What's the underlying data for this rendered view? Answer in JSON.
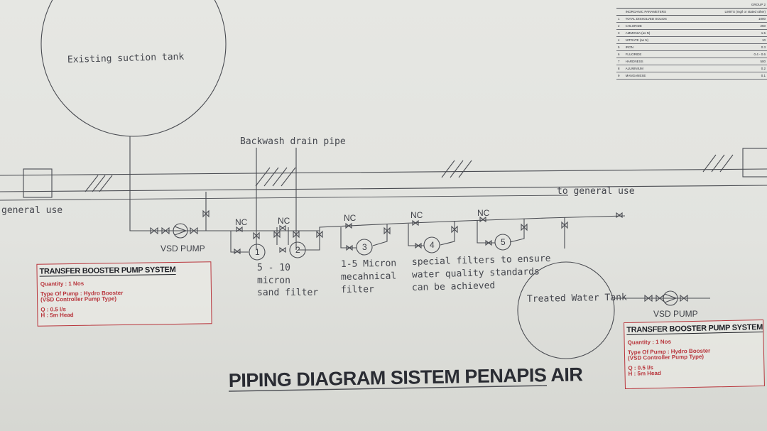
{
  "tank_suction": "Existing suction tank",
  "backwash_label": "Backwash drain pipe",
  "general_use_left": "general use",
  "general_use_right": "to general use",
  "nc_label": "NC",
  "pump_left_label": "VSD PUMP",
  "pump_right_label": "VSD PUMP",
  "filters": [
    {
      "num": "1"
    },
    {
      "num": "2"
    },
    {
      "num": "3"
    },
    {
      "num": "4"
    },
    {
      "num": "5"
    }
  ],
  "filter_notes": {
    "sand": [
      "5 - 10",
      "micron",
      "sand filter"
    ],
    "mech": [
      "1-5 Micron",
      "mecahnical",
      "filter"
    ],
    "special": [
      "special filters to ensure",
      "water quality standards",
      "can be achieved"
    ]
  },
  "treated_tank": "Treated Water Tank",
  "title": "PIPING DIAGRAM SISTEM PENAPIS AIR",
  "pump_box": {
    "header": "TRANSFER BOOSTER PUMP SYSTEM",
    "quantity": "Quantity : 1 Nos",
    "type1": "Type Of Pump : Hydro Booster",
    "type2": "(VSD Controller Pump Type)",
    "q": "Q : 0.5 l/s",
    "h": "H : 5m Head"
  },
  "param_table": {
    "group_header": "GROUP 2",
    "col_param": "INORGANIC PARAMETERS",
    "col_limit": "LIMITS (mg/l or stated other)",
    "rows": [
      {
        "no": "1",
        "param": "TOTAL DISSOLVED SOLIDS",
        "val": "1000"
      },
      {
        "no": "2",
        "param": "CHLORIDE",
        "val": "250"
      },
      {
        "no": "3",
        "param": "AMMONIA (as N)",
        "val": "1.5"
      },
      {
        "no": "4",
        "param": "NITRATE (as N)",
        "val": "10"
      },
      {
        "no": "5",
        "param": "IRON",
        "val": "0.3"
      },
      {
        "no": "6",
        "param": "FLUORIDE",
        "val": "0.4 - 0.6"
      },
      {
        "no": "7",
        "param": "HARDNESS",
        "val": "500"
      },
      {
        "no": "8",
        "param": "ALUMINIUM",
        "val": "0.2"
      },
      {
        "no": "9",
        "param": "MANGANESE",
        "val": "0.1"
      }
    ]
  },
  "colors": {
    "ink": "#3c3e44",
    "red_box": "#b8353c",
    "paper": "#e4e5e1"
  }
}
